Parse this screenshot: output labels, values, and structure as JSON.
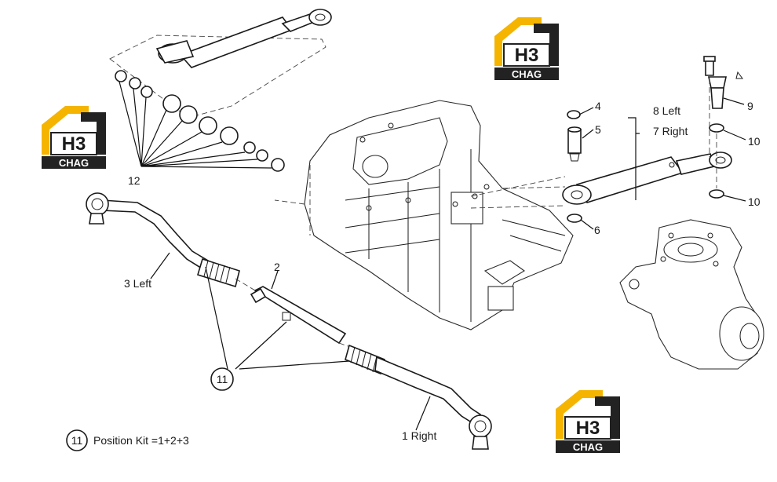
{
  "callouts": {
    "c1": "1 Right",
    "c2": "2",
    "c3": "3 Left",
    "c4": "4",
    "c5": "5",
    "c6": "6",
    "c7": "7 Right",
    "c8": "8 Left",
    "c9": "9",
    "c10a": "10",
    "c10b": "10",
    "c11": "11",
    "c12": "12"
  },
  "legend": {
    "badge": "11",
    "text": "Position Kit =1+2+3"
  },
  "logo": {
    "letters": "H3",
    "word": "CHAG",
    "colors": {
      "accent": "#f5b400",
      "dark": "#222222"
    }
  }
}
